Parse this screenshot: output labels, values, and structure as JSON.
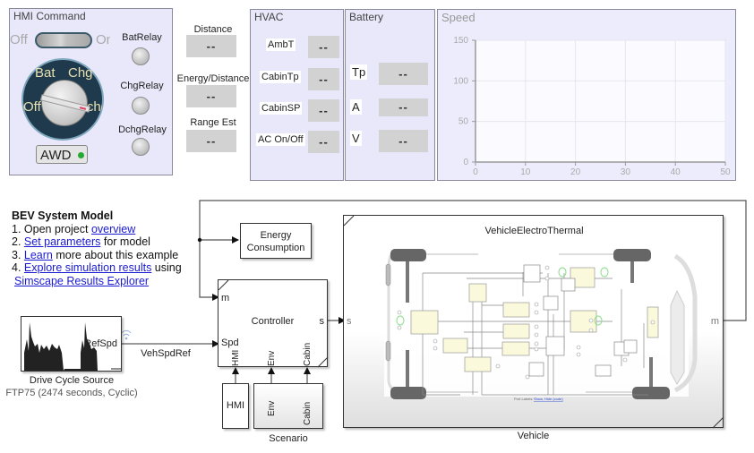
{
  "hmi_command": {
    "title": "HMI Command",
    "toggle": {
      "off_label": "Off",
      "on_label": "On"
    },
    "rotary": {
      "labels": [
        "Bat",
        "Chg",
        "Off",
        "Dchg"
      ]
    },
    "awd_button": "AWD",
    "relays": [
      {
        "label": "BatRelay"
      },
      {
        "label": "ChgRelay"
      },
      {
        "label": "DchgRelay"
      }
    ],
    "colors": {
      "awd_led": "#22aa33",
      "knob_bg": "#1f3a4c",
      "knob_label": "#e8e0b0"
    }
  },
  "trip_displays": [
    {
      "label": "Distance",
      "value": "--"
    },
    {
      "label": "Energy/Distance",
      "value": "--"
    },
    {
      "label": "Range Est",
      "value": "--"
    }
  ],
  "hvac": {
    "title": "HVAC",
    "rows": [
      {
        "label": "AmbT",
        "value": "--"
      },
      {
        "label": "CabinTp",
        "value": "--"
      },
      {
        "label": "CabinSP",
        "value": "--"
      },
      {
        "label": "AC On/Off",
        "value": "--"
      }
    ]
  },
  "battery": {
    "title": "Battery",
    "rows": [
      {
        "label": "Tp",
        "value": "--"
      },
      {
        "label": "A",
        "value": "--"
      },
      {
        "label": "V",
        "value": "--"
      }
    ]
  },
  "chart_data": {
    "type": "line",
    "title": "Speed",
    "xlabel": "",
    "ylabel": "",
    "xlim": [
      0,
      50
    ],
    "ylim": [
      0,
      150
    ],
    "xticks": [
      0,
      10,
      20,
      30,
      40,
      50
    ],
    "yticks": [
      0,
      50,
      100,
      150
    ],
    "grid": true,
    "series": []
  },
  "doc": {
    "title": "BEV System Model",
    "lines": [
      {
        "prefix": "1. Open project ",
        "link": "overview",
        "suffix": ""
      },
      {
        "prefix": "2. ",
        "link": "Set parameters",
        "suffix": " for model"
      },
      {
        "prefix": "3. ",
        "link": "Learn",
        "suffix": " more about this example"
      },
      {
        "prefix": "4. ",
        "link": "Explore simulation results",
        "suffix": " using"
      },
      {
        "prefix": " ",
        "link": "Simscape Results Explorer",
        "suffix": ""
      }
    ]
  },
  "model": {
    "drive_cycle": {
      "name": "Drive Cycle Source",
      "subtitle": "FTP75 (2474  seconds, Cyclic)",
      "port": "RefSpd"
    },
    "signal_label": "VehSpdRef",
    "energy": {
      "line1": "Energy",
      "line2": "Consumption"
    },
    "controller": {
      "name": "Controller",
      "ports_in": [
        "m",
        "Spd"
      ],
      "ports_bottom": [
        "HMI",
        "Env",
        "Cabin"
      ],
      "port_out": "s"
    },
    "hmi_block": {
      "name": "HMI"
    },
    "scenario": {
      "name": "Scenario",
      "ports": [
        "Env",
        "Cabin"
      ]
    },
    "vehicle": {
      "name": "Vehicle",
      "inner_title": "VehicleElectroThermal",
      "port_in": "s",
      "port_out": "m",
      "port_labels_text": "Port Labels:",
      "port_labels_links": [
        "Show",
        "Hide",
        "(code)"
      ]
    }
  }
}
